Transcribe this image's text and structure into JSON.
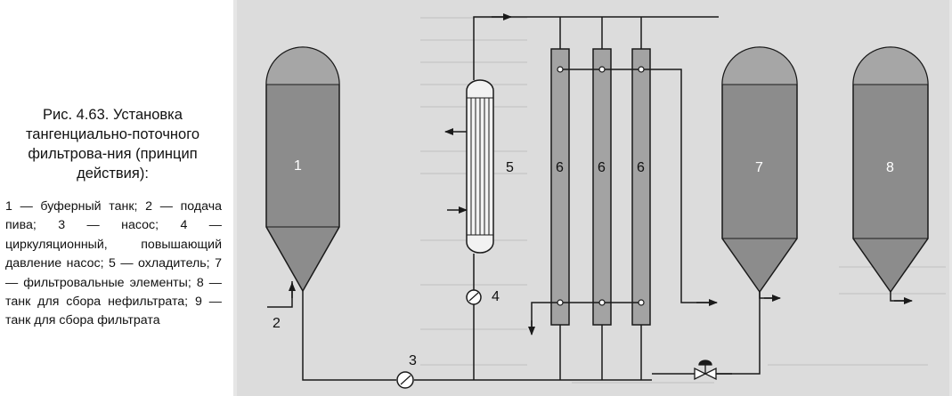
{
  "caption": {
    "title": "Рис. 4.63. Установка тангенциально-поточного фильтрова-ния (принцип действия):",
    "legend": "1 — буферный танк; 2 — подача пива; 3 — насос; 4 — циркуляционный, повышающий давление насос; 5 — охладитель; 7 — фильтровальные элементы; 8 — танк для сбора нефильтрата; 9 — танк для сбора фильтрата"
  },
  "diagram": {
    "labels": {
      "tank1": "1",
      "feed2": "2",
      "pump3": "3",
      "pump4": "4",
      "cooler5": "5",
      "filter6a": "6",
      "filter6b": "6",
      "filter6c": "6",
      "tank7": "7",
      "tank8": "8"
    },
    "colors": {
      "vessel_fill": "#8c8c8c",
      "vessel_dome": "#a6a6a6",
      "filter_fill": "#a3a3a3",
      "line": "#1a1a1a",
      "background_print": "#d9d9d9"
    }
  }
}
